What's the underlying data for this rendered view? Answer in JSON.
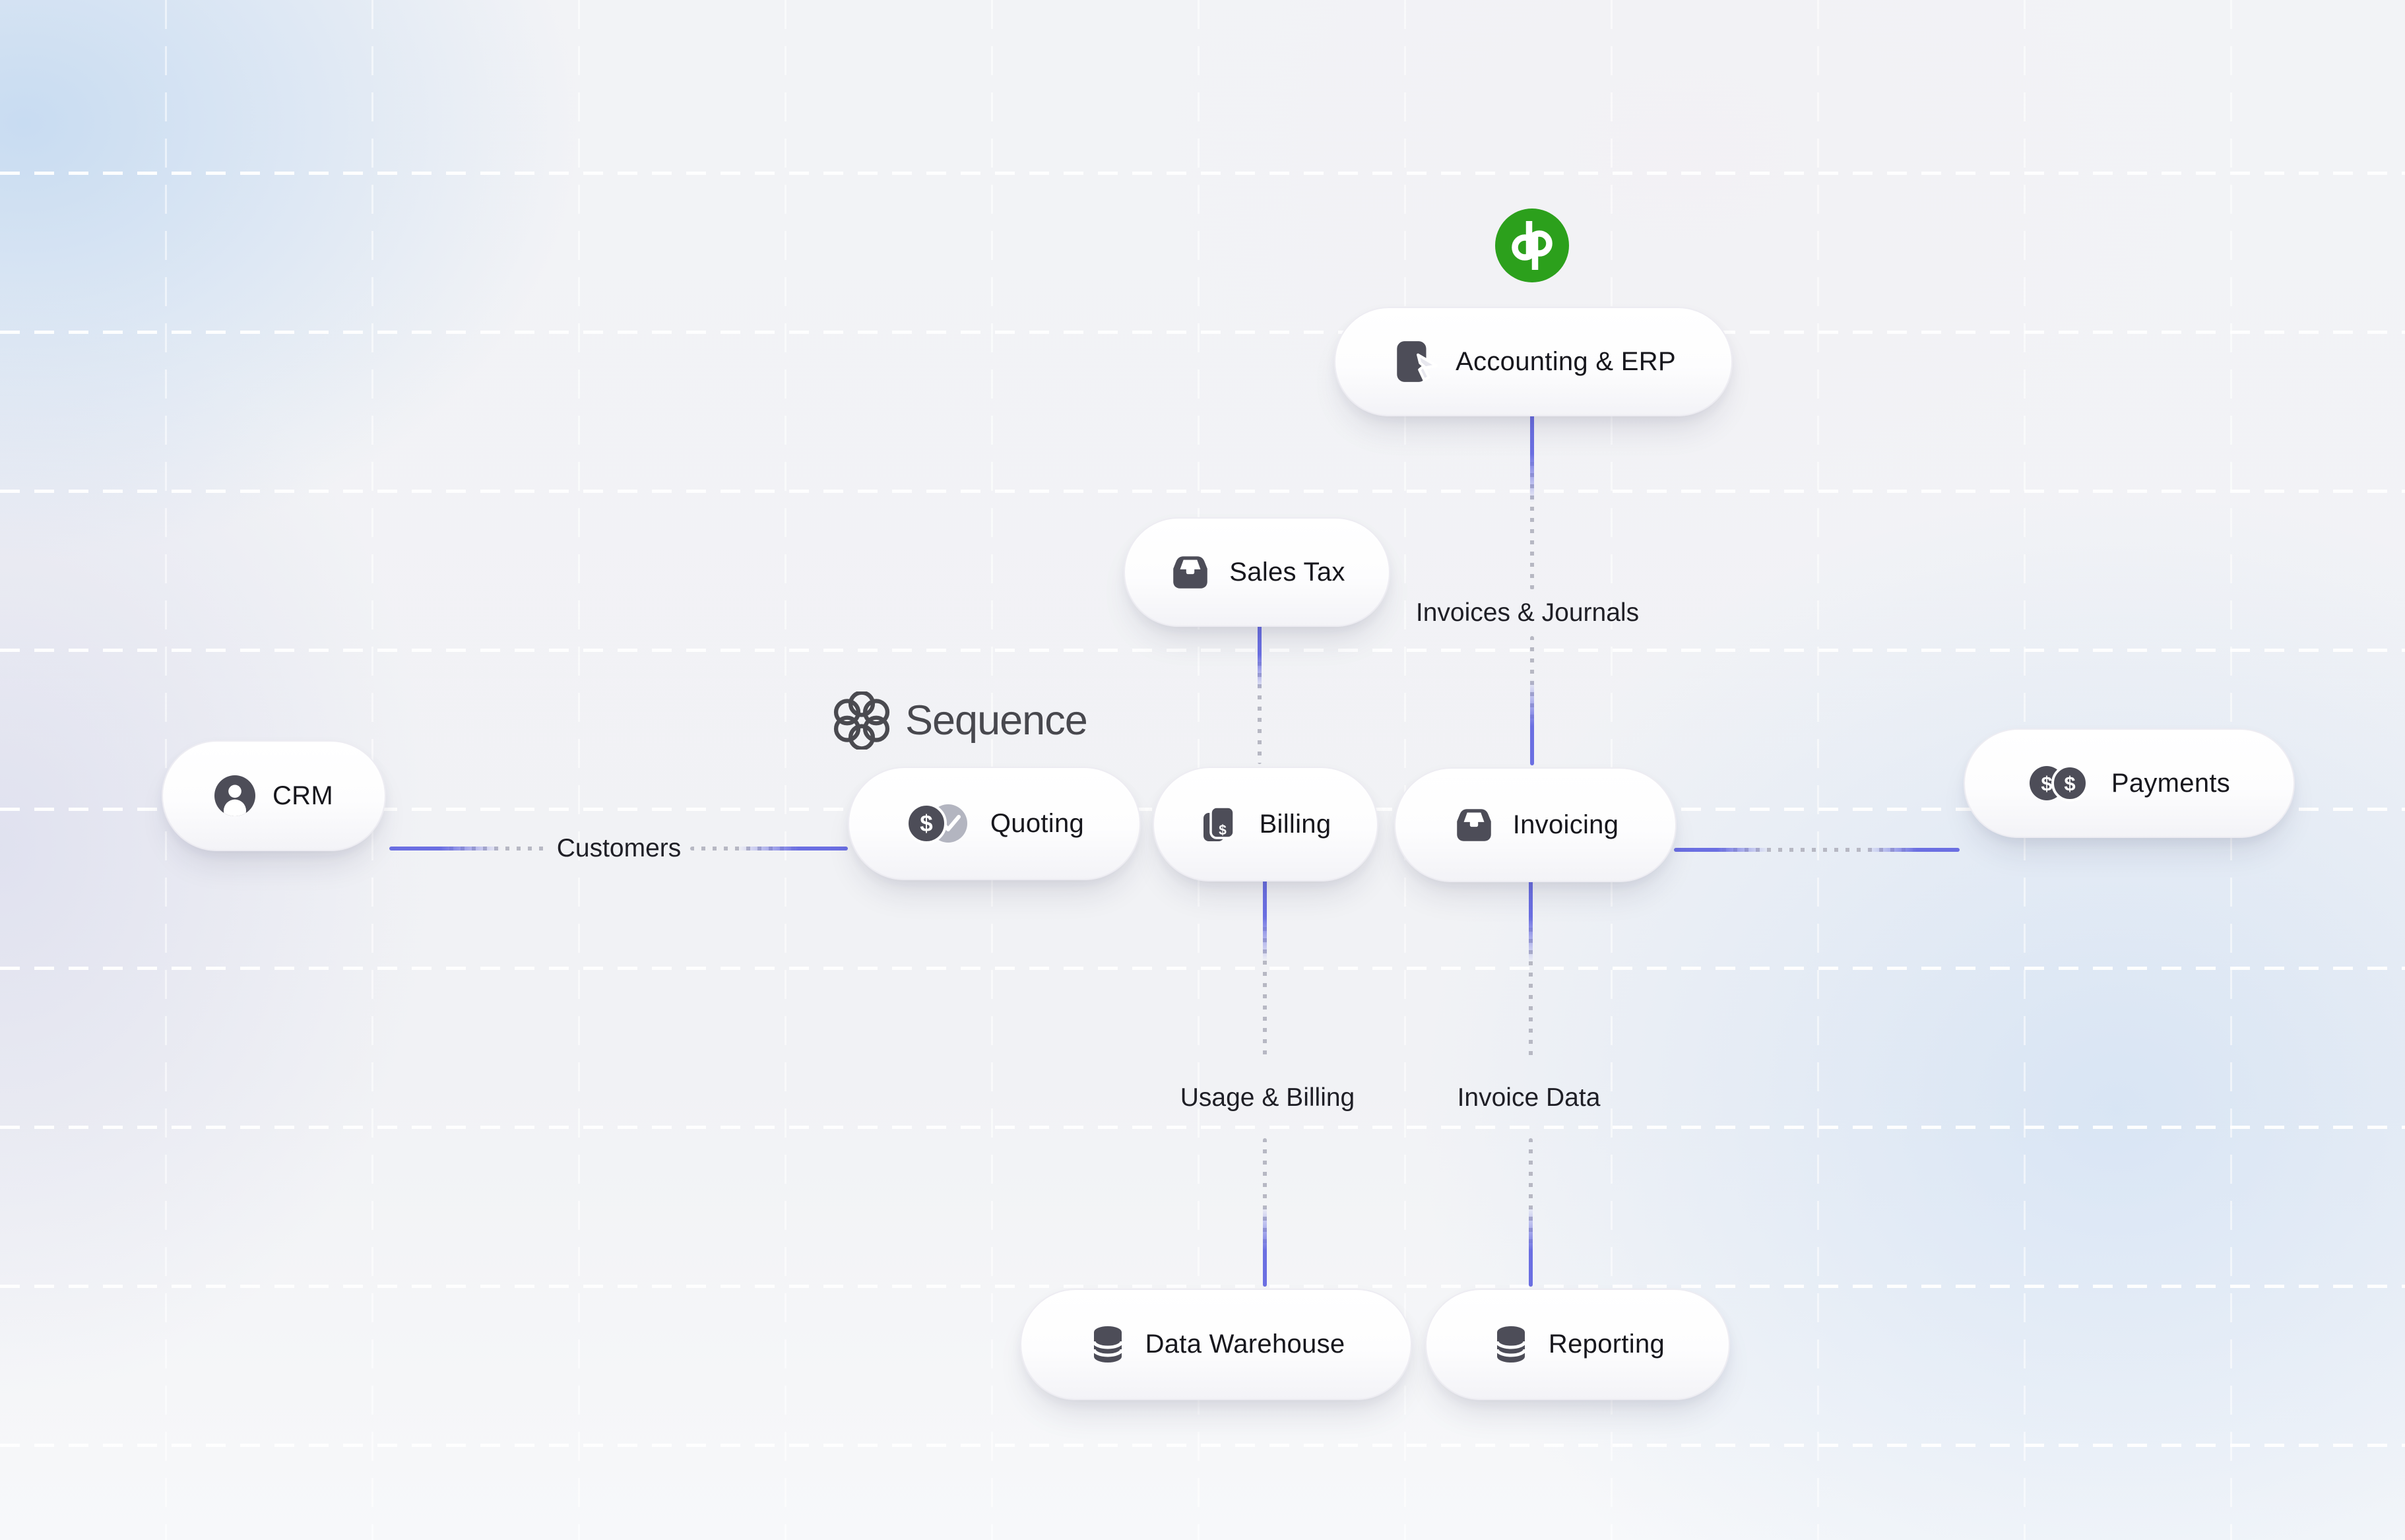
{
  "brand": {
    "wordmark": "Sequence",
    "flower_icon": "sequence-flower-icon",
    "color": "#48484e"
  },
  "quickbooks": {
    "logo": "quickbooks-logo",
    "color": "#2ca01c"
  },
  "nodes": {
    "accounting": {
      "label": "Accounting & ERP",
      "icon": "document-cursor-icon"
    },
    "sales_tax": {
      "label": "Sales Tax",
      "icon": "inbox-tray-icon"
    },
    "crm": {
      "label": "CRM",
      "icon": "user-icon"
    },
    "quoting": {
      "label": "Quoting",
      "icon": "dollar-coin-check-icon"
    },
    "billing": {
      "label": "Billing",
      "icon": "stacked-invoices-dollar-icon"
    },
    "invoicing": {
      "label": "Invoicing",
      "icon": "inbox-tray-icon"
    },
    "payments": {
      "label": "Payments",
      "icon": "dollar-coins-icon"
    },
    "data_warehouse": {
      "label": "Data Warehouse",
      "icon": "database-icon"
    },
    "reporting": {
      "label": "Reporting",
      "icon": "database-icon"
    }
  },
  "edge_labels": {
    "customers": "Customers",
    "invoices_journals": "Invoices & Journals",
    "usage_billing": "Usage & Billing",
    "invoice_data": "Invoice Data"
  },
  "colors": {
    "accent_purple": "#6b6fe2",
    "connector_dot_gray": "#b7b8c3",
    "icon_dark": "#4d4d58",
    "quickbooks_green": "#2ca01c"
  }
}
